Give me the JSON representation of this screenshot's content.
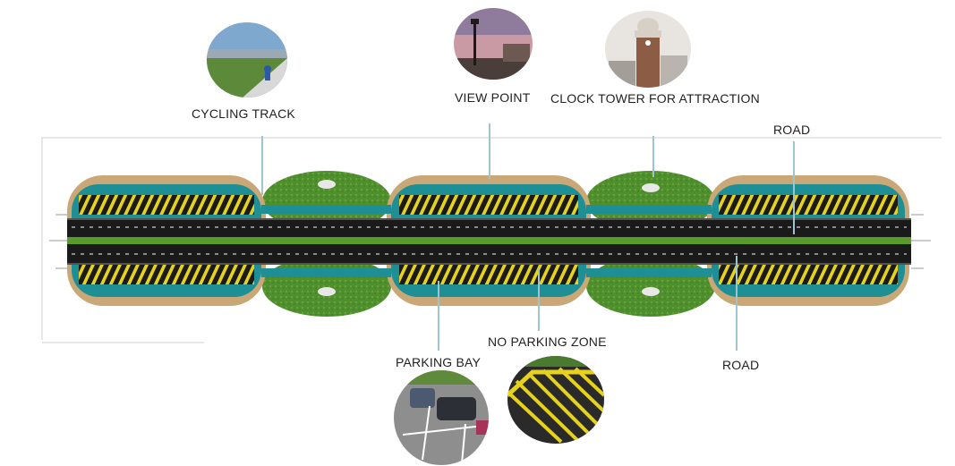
{
  "labels": {
    "cycling_track": "CYCLING TRACK",
    "view_point": "VIEW POINT",
    "clock_tower": "CLOCK TOWER FOR ATTRACTION",
    "road_top": "ROAD",
    "no_parking_zone": "NO PARKING ZONE",
    "parking_bay": "PARKING BAY",
    "road_bottom": "ROAD"
  },
  "colors": {
    "road": "#1a1a1a",
    "median_grass": "#5a9a2a",
    "cycling_track": "#1f8f96",
    "parking_stripes": "#e6d21a",
    "sand": "#c9a777",
    "garden_green": "#4f8f2e",
    "leader_line": "#9fc3cf"
  },
  "icons": {
    "cycling_photo": "cyclist-photo",
    "view_point_photo": "lamp-post-photo",
    "clock_tower_photo": "clock-tower-photo",
    "parking_bay_photo": "parked-cars-photo",
    "no_parking_photo": "yellow-hatch-photo"
  }
}
